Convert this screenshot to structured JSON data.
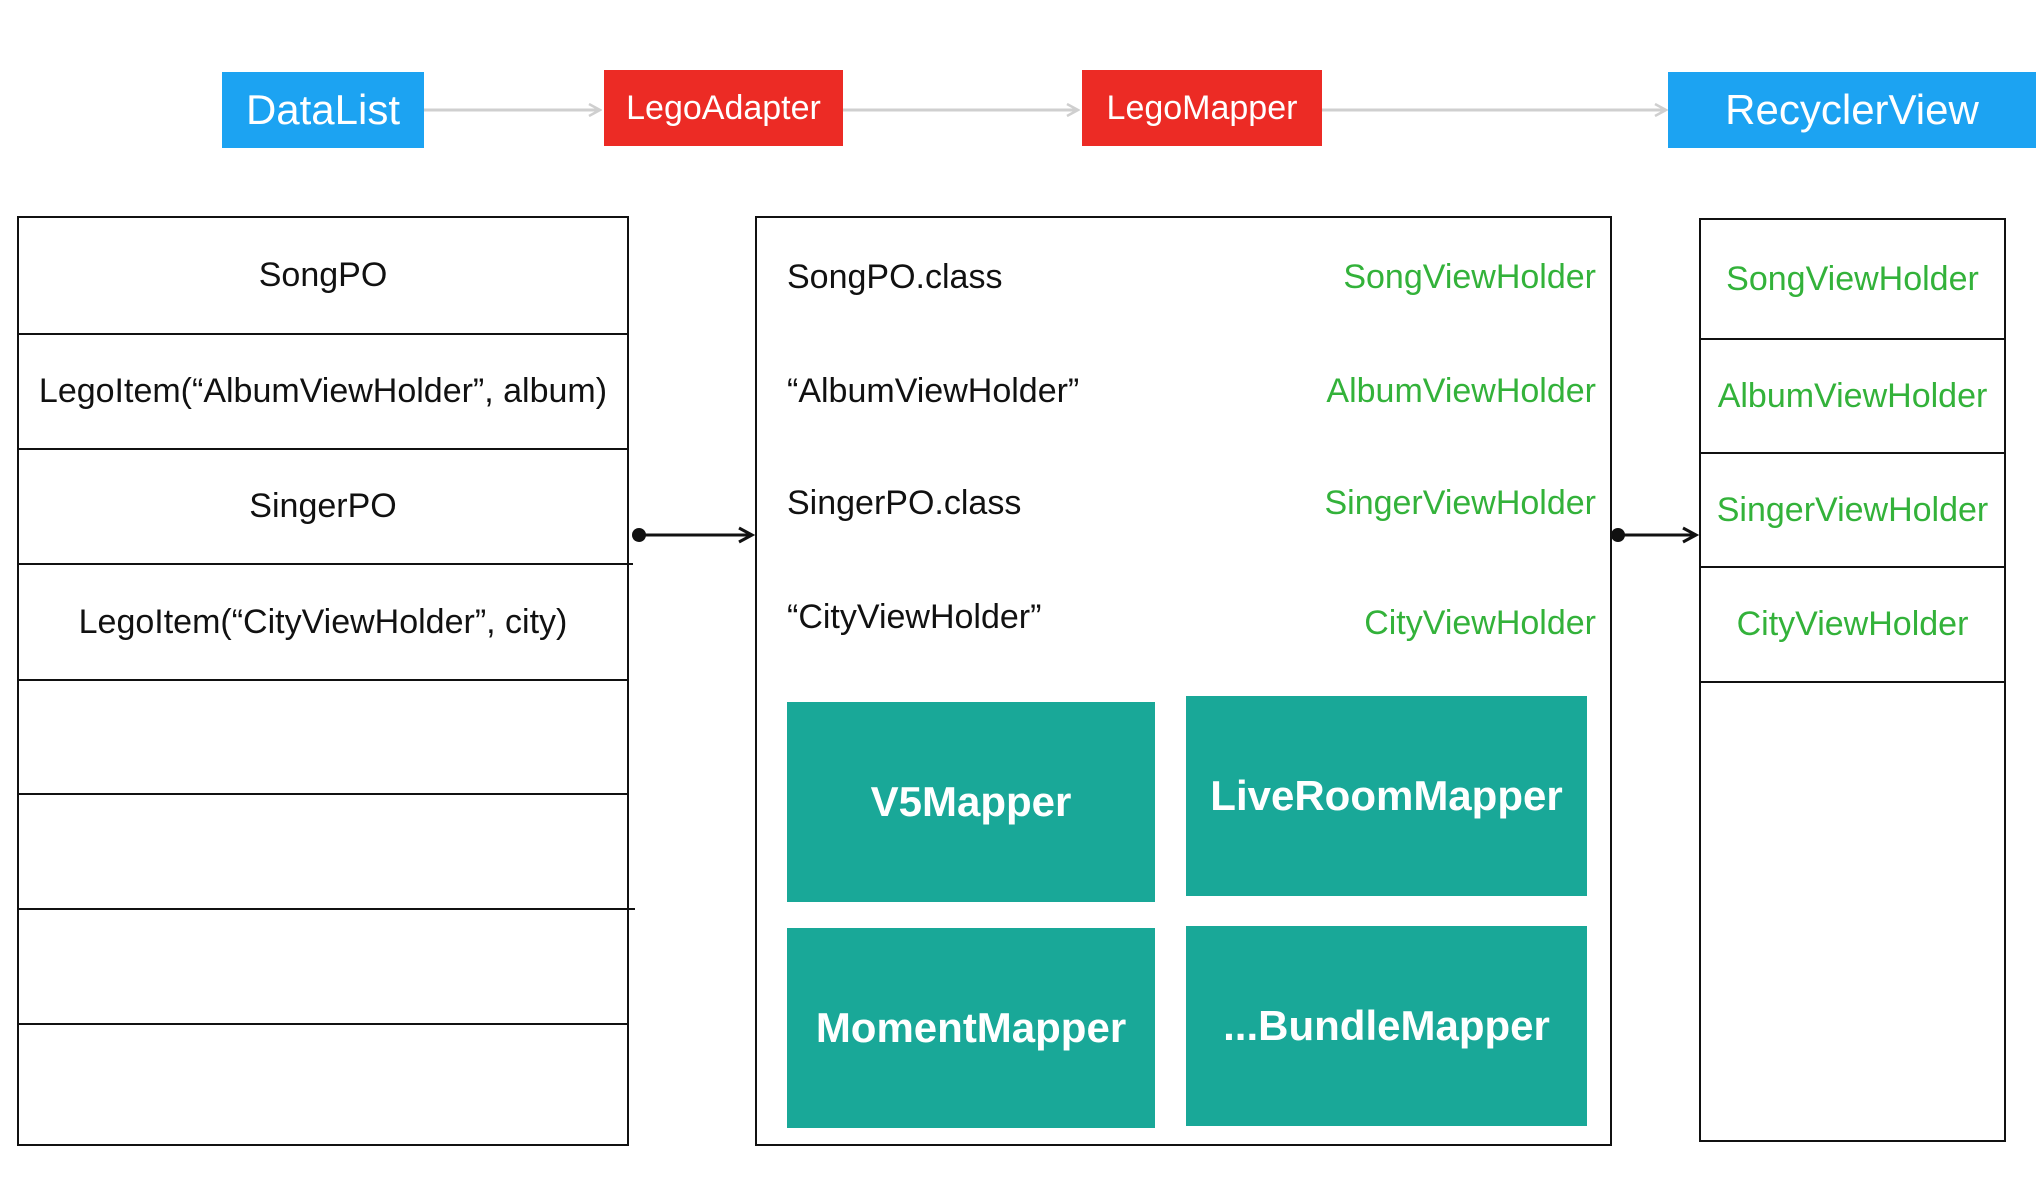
{
  "header": {
    "datalist": "DataList",
    "lego_adapter": "LegoAdapter",
    "lego_mapper": "LegoMapper",
    "recycler_view": "RecyclerView"
  },
  "data_list": {
    "rows": [
      "SongPO",
      "LegoItem(“AlbumViewHolder”, album)",
      "SingerPO",
      "LegoItem(“CityViewHolder”, city)",
      "",
      "",
      "",
      ""
    ]
  },
  "mapper": {
    "entries": [
      {
        "key": "SongPO.class",
        "value": "SongViewHolder"
      },
      {
        "key": "“AlbumViewHolder”",
        "value": "AlbumViewHolder"
      },
      {
        "key": "SingerPO.class",
        "value": "SingerViewHolder"
      },
      {
        "key": "“CityViewHolder”",
        "value": "CityViewHolder"
      }
    ],
    "sub_mappers": [
      "V5Mapper",
      "LiveRoomMapper",
      "MomentMapper",
      "...BundleMapper"
    ]
  },
  "recycler": {
    "cells": [
      "SongViewHolder",
      "AlbumViewHolder",
      "SingerViewHolder",
      "CityViewHolder"
    ]
  },
  "colors": {
    "header_blue": "#1ca3f2",
    "header_red": "#ec2b25",
    "view_holder_green": "#33b23a",
    "mapper_teal": "#19a898",
    "pipeline_arrow_gray": "#cfcfcf"
  }
}
